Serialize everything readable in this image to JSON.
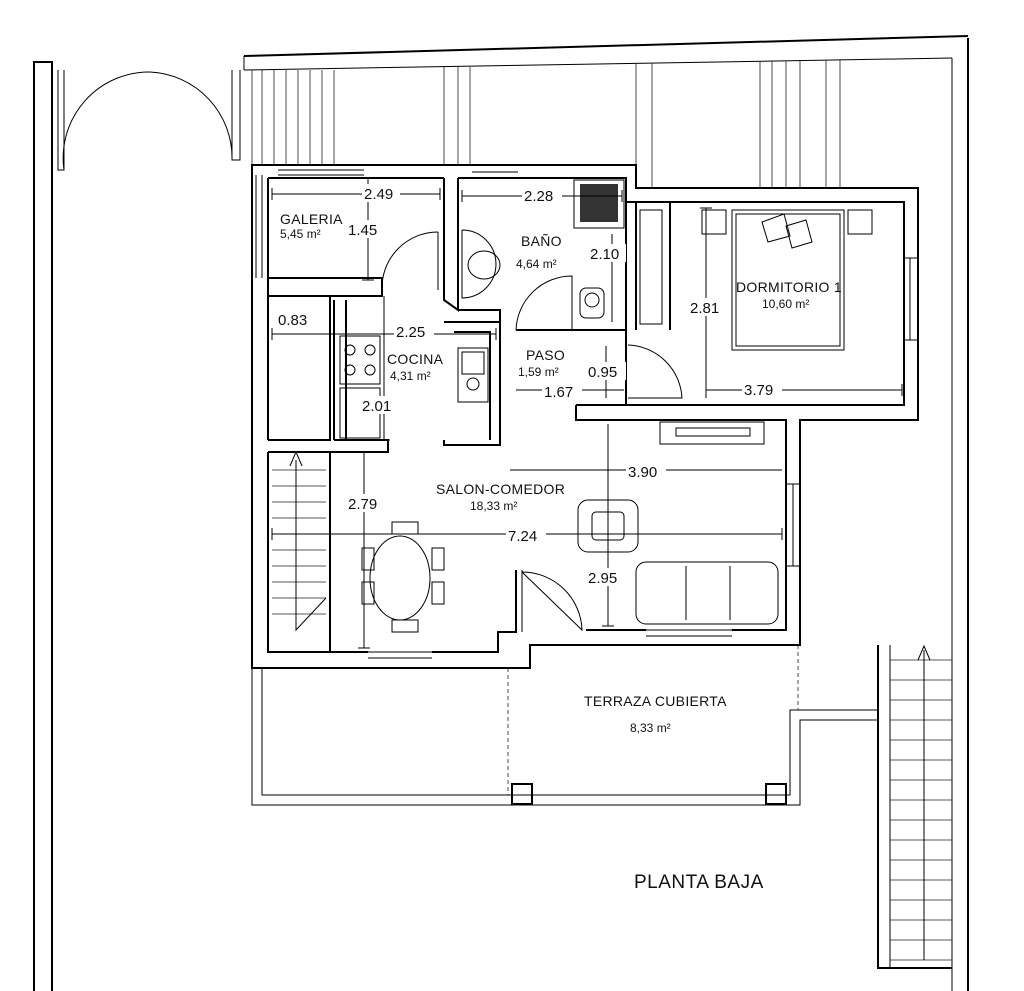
{
  "title": "PLANTA BAJA",
  "rooms": {
    "galeria": {
      "name": "GALERIA",
      "area": "5,45 m²"
    },
    "bano": {
      "name": "BAÑO",
      "area": "4,64 m²"
    },
    "dormitorio": {
      "name": "DORMITORIO 1",
      "area": "10,60 m²"
    },
    "cocina": {
      "name": "COCINA",
      "area": "4,31 m²"
    },
    "paso": {
      "name": "PASO",
      "area": "1,59 m²"
    },
    "salon": {
      "name": "SALON-COMEDOR",
      "area": "18,33 m²"
    },
    "terraza": {
      "name": "TERRAZA CUBIERTA",
      "area": "8,33 m²"
    }
  },
  "dimensions": {
    "galeria_width": "2.49",
    "galeria_height": "1.45",
    "bano_width": "2.28",
    "bano_height": "2.10",
    "dormitorio_height": "2.81",
    "dormitorio_width": "3.79",
    "cocina_width": "2.25",
    "galeria_lower": "0.83",
    "cocina_height": "2.01",
    "paso_height": "0.95",
    "paso_width": "1.67",
    "salon_right_width": "3.90",
    "salon_height": "2.79",
    "salon_width": "7.24",
    "salon_right_height": "2.95"
  }
}
